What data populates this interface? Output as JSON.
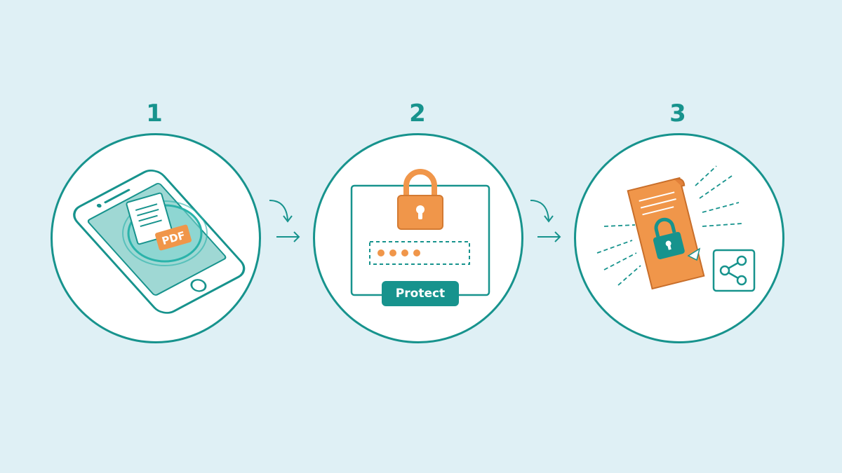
{
  "colors": {
    "background": "#dff0f5",
    "teal": "#17938d",
    "orange": "#f0964a",
    "white": "#ffffff"
  },
  "steps": [
    {
      "number": "1",
      "icon": "phone-scan-pdf-icon",
      "badge": "PDF"
    },
    {
      "number": "2",
      "icon": "password-lock-form-icon",
      "button": "Protect",
      "password_dots": 4
    },
    {
      "number": "3",
      "icon": "locked-document-share-icon"
    }
  ],
  "arrows": [
    "arrow-right-icon",
    "arrow-right-icon"
  ]
}
